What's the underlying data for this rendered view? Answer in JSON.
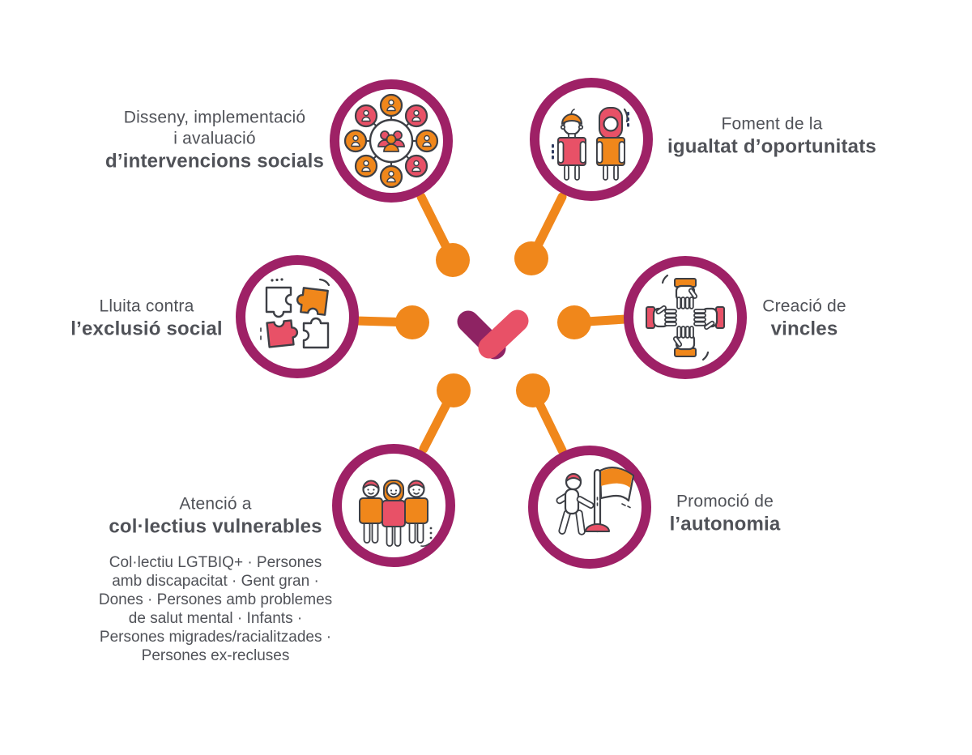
{
  "colors": {
    "ring": "#9E2166",
    "orange": "#F0871B",
    "pink": "#E85167",
    "magenta": "#8E2363",
    "outline": "#3D3F45",
    "navy": "#2F3B60",
    "text": "#505258",
    "background": "#FFFFFF"
  },
  "center": {
    "logo": "heart-check-logo"
  },
  "nodes": [
    {
      "id": "intervencions",
      "icon": "network-icon",
      "lines": [
        "Disseny, implementació",
        "i avaluació"
      ],
      "bold": "d’intervencions socials"
    },
    {
      "id": "igualtat",
      "icon": "man-woman-icon",
      "lines": [
        "Foment de la"
      ],
      "bold": "igualtat d’oportunitats"
    },
    {
      "id": "exclusio",
      "icon": "puzzle-icon",
      "lines": [
        "Lluita contra"
      ],
      "bold": "l’exclusió social"
    },
    {
      "id": "vincles",
      "icon": "four-hands-icon",
      "lines": [
        "Creació de"
      ],
      "bold": "vincles"
    },
    {
      "id": "vulnerables",
      "icon": "three-people-icon",
      "lines": [
        "Atenció a"
      ],
      "bold": "col·lectius vulnerables",
      "subtext": [
        "Col·lectiu LGTBIQ+ · Persones",
        "amb discapacitat · Gent gran ·",
        "Dones · Persones amb problemes",
        "de salut mental · Infants ·",
        "Persones migrades/racialitzades ·",
        "Persones ex-recluses"
      ]
    },
    {
      "id": "autonomia",
      "icon": "flag-person-icon",
      "lines": [
        "Promoció de"
      ],
      "bold": "l’autonomia"
    }
  ]
}
